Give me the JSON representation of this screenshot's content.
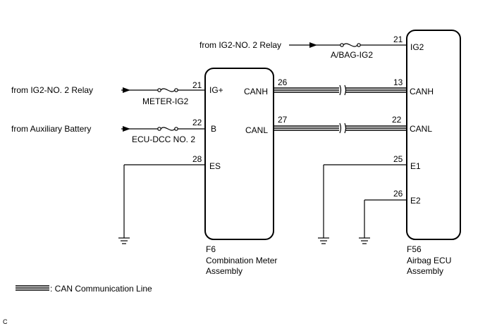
{
  "combination_meter": {
    "connector": "F6",
    "name_line1": "Combination Meter",
    "name_line2": "Assembly",
    "pins": {
      "ig_plus": {
        "number": "21",
        "label": "IG+"
      },
      "b": {
        "number": "22",
        "label": "B"
      },
      "es": {
        "number": "28",
        "label": "ES"
      },
      "canh": {
        "number": "26",
        "label": "CANH"
      },
      "canl": {
        "number": "27",
        "label": "CANL"
      }
    }
  },
  "airbag_ecu": {
    "connector": "F56",
    "name_line1": "Airbag ECU",
    "name_line2": "Assembly",
    "pins": {
      "ig2": {
        "number": "21",
        "label": "IG2"
      },
      "canh": {
        "number": "13",
        "label": "CANH"
      },
      "canl": {
        "number": "22",
        "label": "CANL"
      },
      "e1": {
        "number": "25",
        "label": "E1"
      },
      "e2": {
        "number": "26",
        "label": "E2"
      }
    }
  },
  "sources": {
    "meter_ig": "from IG2-NO. 2 Relay",
    "meter_battery": "from Auxiliary Battery",
    "airbag_ig": "from IG2-NO. 2 Relay"
  },
  "fuses": {
    "meter_ig2": "METER-IG2",
    "ecu_dcc": "ECU-DCC NO. 2",
    "abag_ig2": "A/BAG-IG2"
  },
  "legend": {
    "label": ": CAN Communication Line"
  },
  "figure_code": "C"
}
